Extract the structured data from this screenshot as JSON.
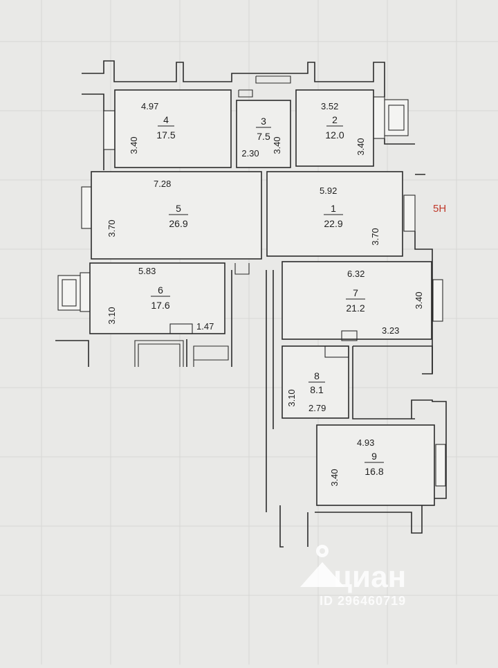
{
  "floor_label": "5Н",
  "rooms": [
    {
      "number": "1",
      "area": "22.9",
      "width": "5.92",
      "height": "3.70"
    },
    {
      "number": "2",
      "area": "12.0",
      "width": "3.52",
      "height": "3.40"
    },
    {
      "number": "3",
      "area": "7.5",
      "width": "2.30",
      "height": "3.40"
    },
    {
      "number": "4",
      "area": "17.5",
      "width": "4.97",
      "height": "3.40"
    },
    {
      "number": "5",
      "area": "26.9",
      "width": "7.28",
      "height": "3.70"
    },
    {
      "number": "6",
      "area": "17.6",
      "width": "5.83",
      "height": "3.10",
      "extra": "1.47"
    },
    {
      "number": "7",
      "area": "21.2",
      "width": "6.32",
      "height": "3.40",
      "extra": "3.23"
    },
    {
      "number": "8",
      "area": "8.1",
      "width": "2.79",
      "height": "3.10"
    },
    {
      "number": "9",
      "area": "16.8",
      "width": "4.93",
      "height": "3.40"
    }
  ],
  "watermark": {
    "brand": "циан",
    "id": "ID 296460719"
  }
}
